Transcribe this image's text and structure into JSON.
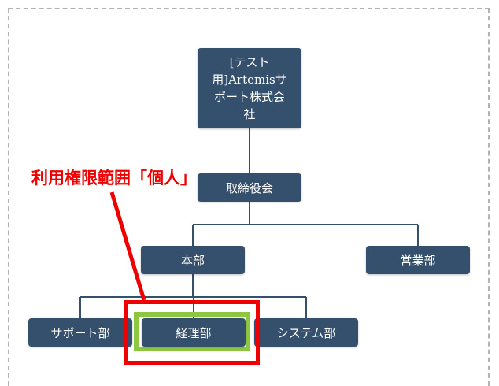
{
  "org_chart": {
    "root": {
      "label": "[テスト用]Artemisサポート株式会社"
    },
    "board": {
      "label": "取締役会"
    },
    "headquarters": {
      "label": "本部"
    },
    "sales": {
      "label": "営業部"
    },
    "support": {
      "label": "サポート部"
    },
    "accounting": {
      "label": "経理部"
    },
    "system": {
      "label": "システム部"
    }
  },
  "annotation": {
    "text": "利用権限範囲「個人」",
    "color": "#ee0000"
  },
  "colors": {
    "node_fill": "#34506d",
    "connector": "#34506d",
    "highlight_inner": "#8dc63f",
    "highlight_outer": "#ee0000"
  }
}
